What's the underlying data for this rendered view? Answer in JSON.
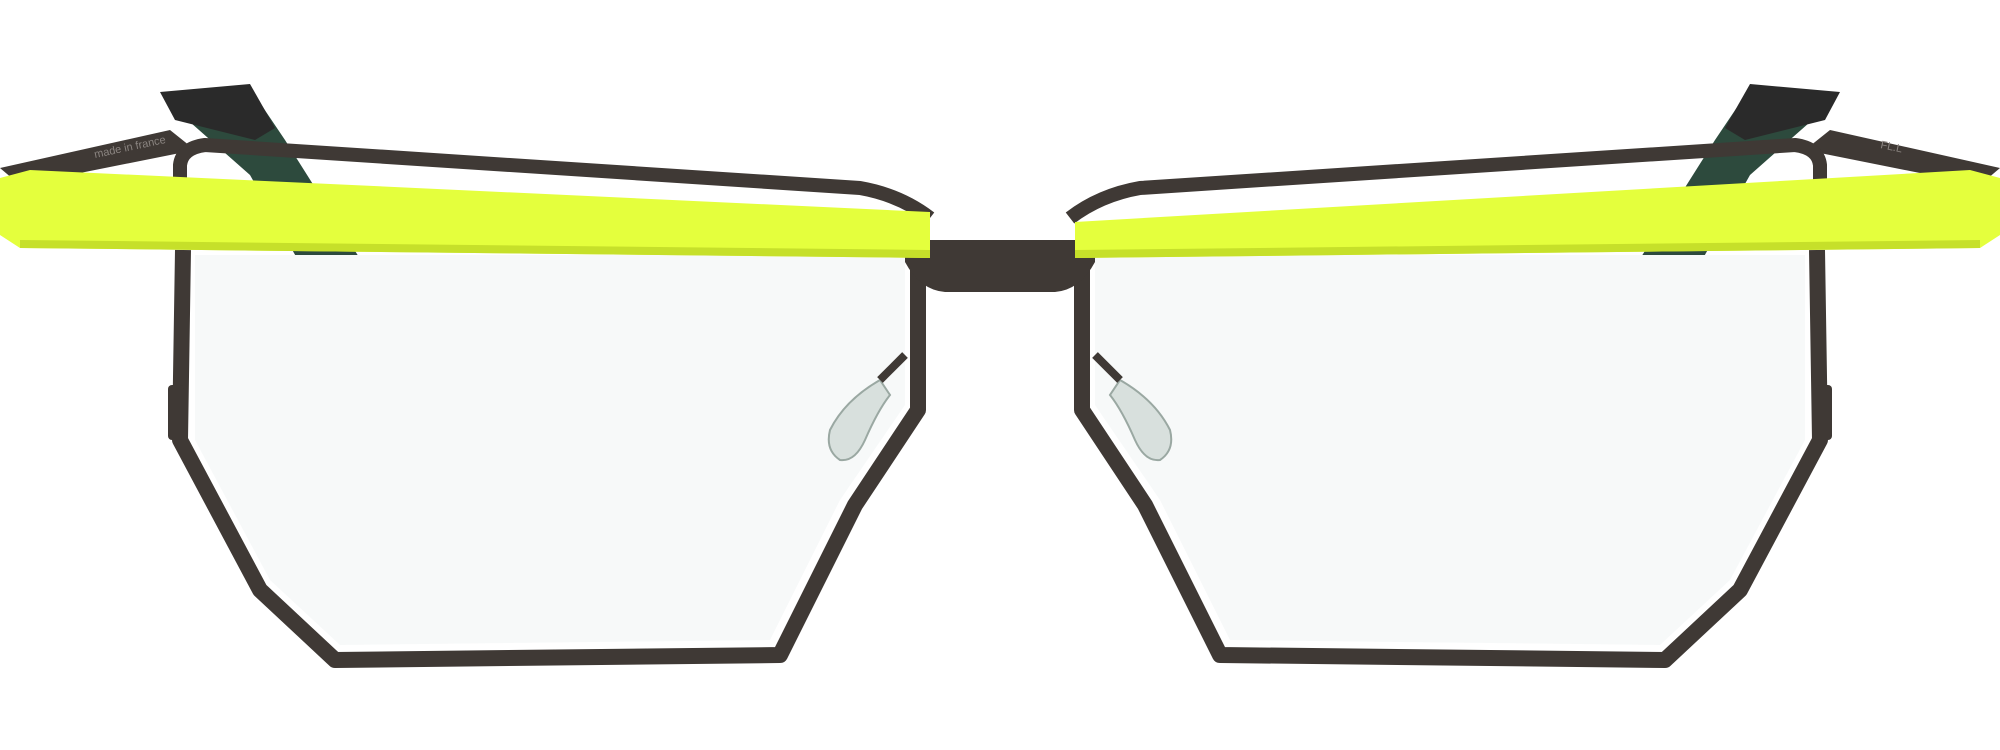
{
  "image": {
    "subject": "eyeglasses-front-view",
    "background_color": "#ffffff"
  },
  "colors": {
    "frame": "#3f3935",
    "frame_highlight": "#5a524d",
    "brow_bar": "#e4ff3d",
    "brow_bar_shadow": "#c6e02a",
    "temple_inner": "#2d4a3d",
    "temple_dark": "#2a2a2a",
    "lens_tint": "#f7f9f9",
    "nose_pad": "#d8e0dd"
  },
  "temple_engraving": {
    "left": "made in france",
    "right": "FL.L"
  }
}
